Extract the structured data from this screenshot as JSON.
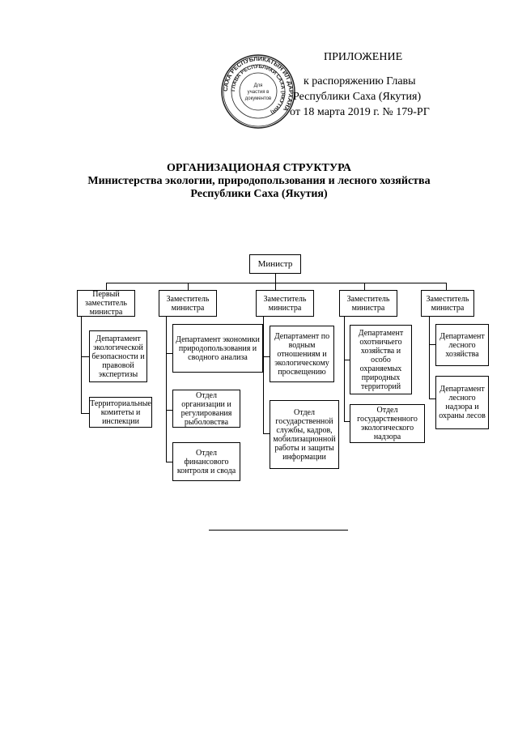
{
  "header": {
    "appendix_title": "ПРИЛОЖЕНИЕ",
    "appendix_line1": "к распоряжению Главы",
    "appendix_line2": "Республики Саха (Якутия)",
    "appendix_line3": "от 18 марта 2019 г. № 179-РГ"
  },
  "stamp": {
    "outer_text": "САХА РЕСПУБЛИКАТЫН ИЛ ДАРХАНА",
    "inner_text": "ГЛАВА РЕСПУБЛИКИ САХА (ЯКУТИЯ)",
    "center_line1": "Для",
    "center_line2": "участия в",
    "center_line3": "документов"
  },
  "title": {
    "line1": "ОРГАНИЗАЦИОНАЯ СТРУКТУРА",
    "line2": "Министерства экологии, природопользования и лесного хозяйства",
    "line3": "Республики Саха (Якутия)"
  },
  "org": {
    "minister": "Министр",
    "deputies": [
      "Первый заместитель министра",
      "Заместитель министра",
      "Заместитель министра",
      "Заместитель министра",
      "Заместитель министра"
    ],
    "col1": [
      "Департамент экологической безопасности и правовой экспертизы",
      "Территориальные комитеты и инспекции"
    ],
    "col2": [
      "Департамент экономики природопользования и сводного анализа",
      "Отдел организации и регулирования рыболовства",
      "Отдел финансового контроля и свода"
    ],
    "col3": [
      "Департамент по водным отношениям и экологическому просвещению",
      "Отдел государственной службы, кадров, мобилизационной работы и защиты информации"
    ],
    "col4": [
      "Департамент охотничьего хозяйства и особо охраняемых природных территорий",
      "Отдел государственного экологического надзора"
    ],
    "col5": [
      "Департамент лесного хозяйства",
      "Департамент лесного надзора и охраны лесов"
    ]
  }
}
